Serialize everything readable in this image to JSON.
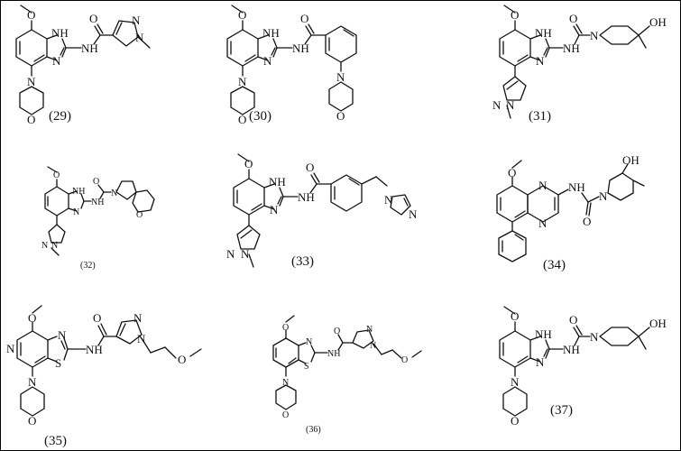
{
  "compounds": [
    {
      "label": "(29)"
    },
    {
      "label": "(30)"
    },
    {
      "label": "(31)"
    },
    {
      "label": "(32)"
    },
    {
      "label": "(33)"
    },
    {
      "label": "(34)"
    },
    {
      "label": "(35)"
    },
    {
      "label": "(36)"
    },
    {
      "label": "(37)"
    }
  ],
  "atoms": {
    "nh": "NH",
    "n": "N",
    "o": "O",
    "oh": "OH",
    "s": "S"
  }
}
